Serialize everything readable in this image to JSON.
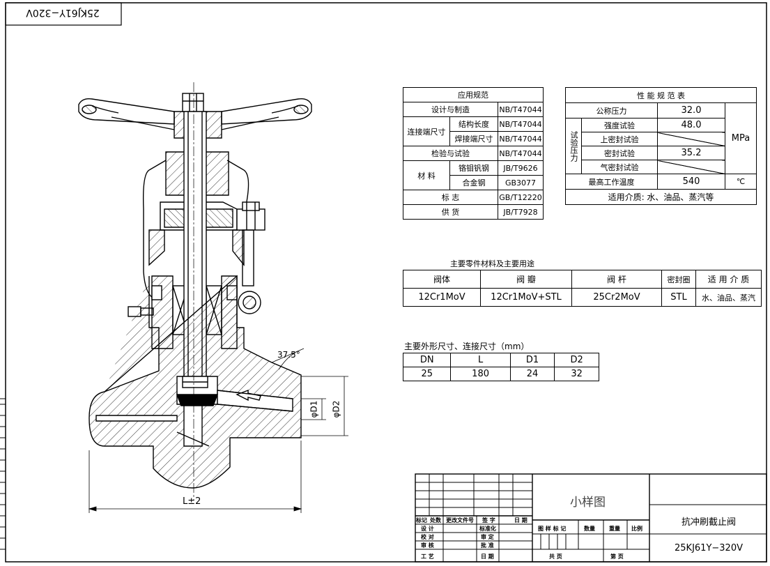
{
  "corner_code": "25KJ61Y−320V",
  "standards": {
    "title": "应用规范",
    "rows": [
      {
        "label": "设计与制造",
        "sub": "",
        "value": "NB/T47044"
      },
      {
        "label": "连接端尺寸",
        "sub": "结构长度",
        "value": "NB/T47044"
      },
      {
        "label": "",
        "sub": "焊接端尺寸",
        "value": "NB/T47044"
      },
      {
        "label": "检验与试验",
        "sub": "",
        "value": "NB/T47044"
      },
      {
        "label": "材    料",
        "sub": "铬钼钒钢",
        "value": "JB/T9626"
      },
      {
        "label": "",
        "sub": "合金钢",
        "value": "GB3077"
      },
      {
        "label": "标    志",
        "sub": "",
        "value": "GB/T12220"
      },
      {
        "label": "供    货",
        "sub": "",
        "value": "JB/T7928"
      }
    ]
  },
  "performance": {
    "title": "性 能 规 范 表",
    "nominal_pressure_label": "公称压力",
    "nominal_pressure": "32.0",
    "test_label": "试验压力",
    "strength_label": "强度试验",
    "strength_value": "48.0",
    "upper_seal_label": "上密封试验",
    "seal_label": "密封试验",
    "seal_value": "35.2",
    "gas_seal_label": "气密封试验",
    "unit_mpa": "MPa",
    "max_temp_label": "最高工作温度",
    "max_temp": "540",
    "unit_temp": "℃",
    "media": "适用介质: 水、油品、蒸汽等"
  },
  "parts": {
    "caption": "主要零件材料及主要用途",
    "headers": [
      "阀体",
      "阀  瓣",
      "阀  杆",
      "密封圈",
      "适 用 介 质"
    ],
    "values": [
      "12Cr1MoV",
      "12Cr1MoV+STL",
      "25Cr2MoV",
      "STL",
      "水、油品、蒸汽"
    ]
  },
  "dims": {
    "caption": "主要外形尺寸、连接尺寸（mm）",
    "headers": [
      "DN",
      "L",
      "D1",
      "D2"
    ],
    "values": [
      "25",
      "180",
      "24",
      "32"
    ]
  },
  "drawing": {
    "angle": "37.5°",
    "d1": "φD1",
    "d2": "φD2",
    "length": "L±2"
  },
  "title_block": {
    "sample": "小样图",
    "name": "抗冲刷截止阀",
    "code": "25KJ61Y−320V",
    "rev_headers": [
      "标记",
      "处数",
      "更改文件号",
      "签 字",
      "日 期"
    ],
    "roles_left": [
      "设 计",
      "校 对",
      "审 核",
      "工 艺"
    ],
    "roles_mid": [
      "标准化",
      "审 定",
      "批 准",
      "日 期"
    ],
    "mid_headers": [
      "图 样 标 记",
      "数量",
      "重量",
      "比例"
    ],
    "sheet_total": "共    页",
    "sheet_no": "第    页"
  }
}
